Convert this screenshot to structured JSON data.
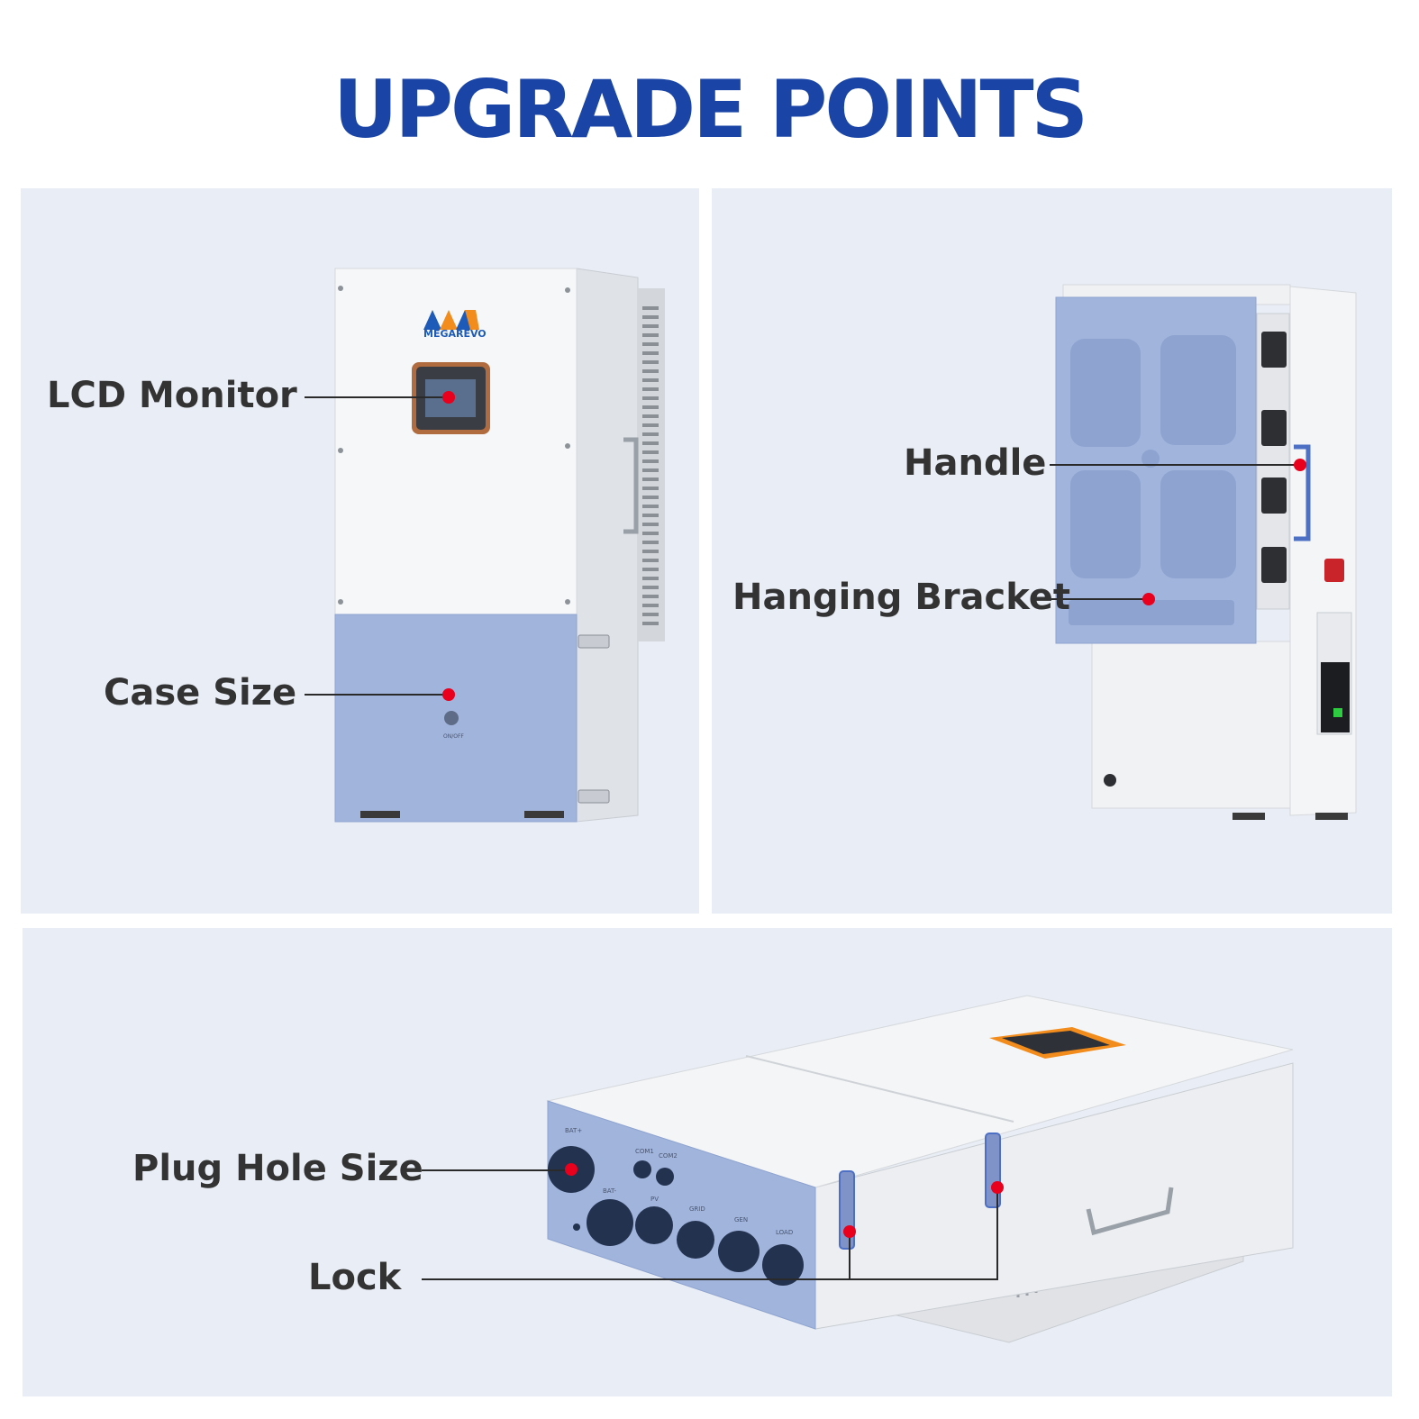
{
  "title": "UPGRADE POINTS",
  "brand": "MEGAREVO",
  "labels": {
    "lcd_monitor": "LCD Monitor",
    "case_size": "Case Size",
    "handle": "Handle",
    "hanging_bracket": "Hanging Bracket",
    "plug_hole_size": "Plug Hole Size",
    "lock": "Lock"
  },
  "switch_label": "ON/OFF",
  "port_labels": {
    "bat_plus": "BAT+",
    "bat_minus": "BAT-",
    "com1": "COM1",
    "com2": "COM2",
    "pv": "PV",
    "grid": "GRID",
    "gen": "GEN",
    "load": "LOAD"
  },
  "colors": {
    "title": "#1a45a6",
    "panel_bg": "#e9eef6",
    "case_blue": "#a0b4dc",
    "marker_red": "#e8001c",
    "label_text": "#333333"
  }
}
